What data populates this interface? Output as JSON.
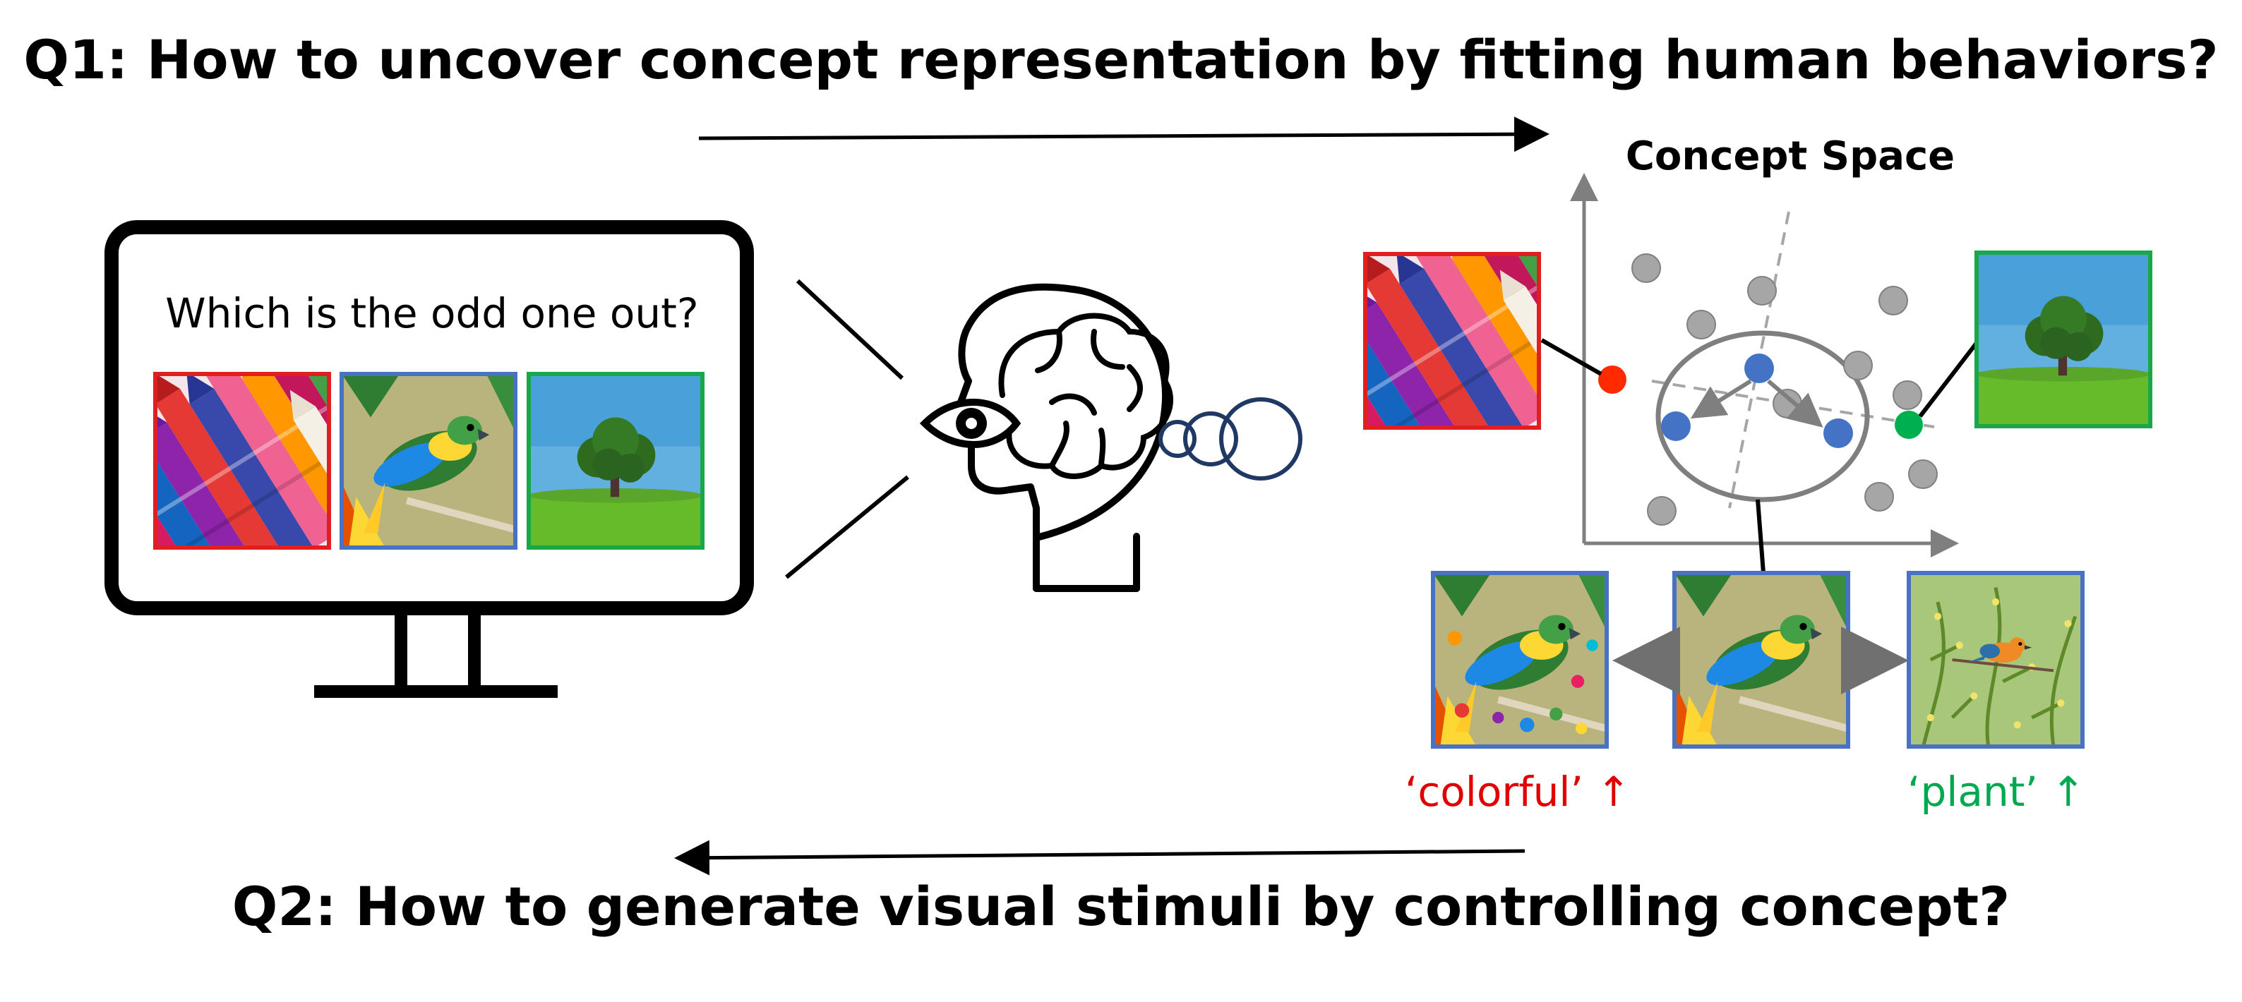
{
  "q1": "Q1: How to uncover concept representation by fitting human behaviors?",
  "q2": "Q2: How to generate visual stimuli by controlling concept?",
  "monitor": {
    "prompt": "Which is the odd one out?"
  },
  "concept_space": {
    "title": "Concept Space"
  },
  "edits": [
    {
      "label": "‘colorful’ ↑",
      "color": "#e00000"
    },
    {
      "label": "‘plant’ ↑",
      "color": "#00a850"
    }
  ],
  "colors": {
    "red_frame": "#e02020",
    "blue_frame": "#4a72c4",
    "green_frame": "#18a84a",
    "gray_point": "#a6a6a6",
    "blue_point": "#4472c4",
    "red_point": "#ff2a00",
    "green_point": "#00b050",
    "brain_bubble": "#1f3864"
  }
}
